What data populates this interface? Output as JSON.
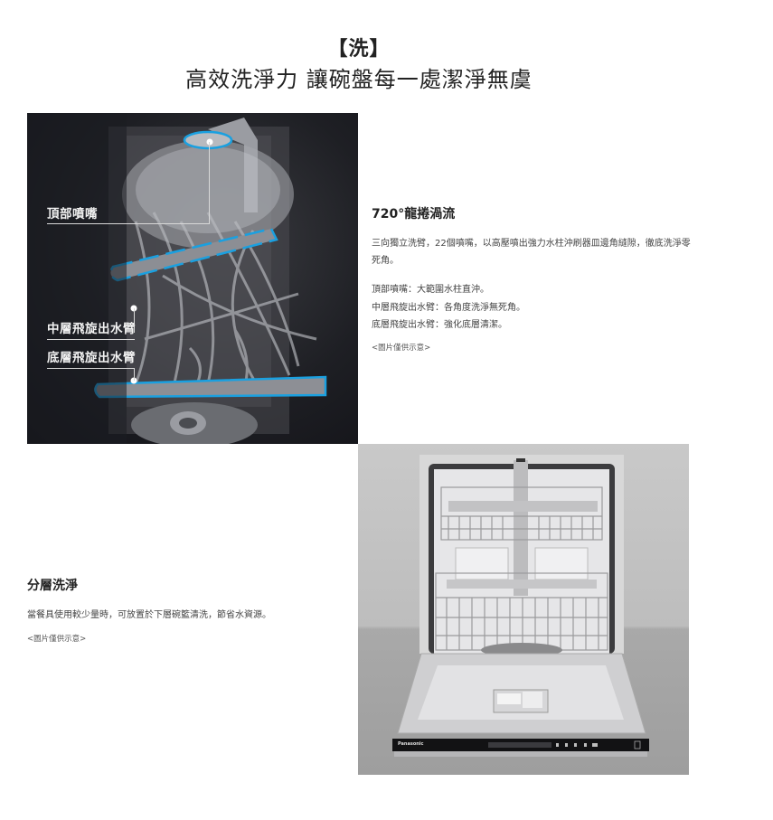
{
  "hero": {
    "badge": "【洗】",
    "title": "高效洗淨力 讓碗盤每一處潔淨無虞"
  },
  "spray_image": {
    "alt": "三向獨立洗臂噴水示意圖",
    "callouts": [
      {
        "label": "頂部噴嘴"
      },
      {
        "label": "中層飛旋出水臂"
      },
      {
        "label": "底層飛旋出水臂"
      }
    ],
    "highlight_color": "#1aa0e0"
  },
  "feature_vortex": {
    "title": "720°龍捲渦流",
    "description": "三向獨立洗臂，22個噴嘴，以高壓噴出強力水柱沖刷器皿邊角縫隙，徹底洗淨零死角。",
    "points": [
      "頂部噴嘴：大範圍水柱直沖。",
      "中層飛旋出水臂：各角度洗淨無死角。",
      "底層飛旋出水臂：強化底層清潔。"
    ],
    "disclaimer": "<圖片僅供示意>"
  },
  "feature_layer": {
    "title": "分層洗淨",
    "description": "當餐具使用較少量時，可放置於下層碗籃清洗，節省水資源。",
    "disclaimer": "<圖片僅供示意>"
  },
  "dishwasher_image": {
    "alt": "洗碗機開門內部圖",
    "brand": "Panasonic"
  }
}
